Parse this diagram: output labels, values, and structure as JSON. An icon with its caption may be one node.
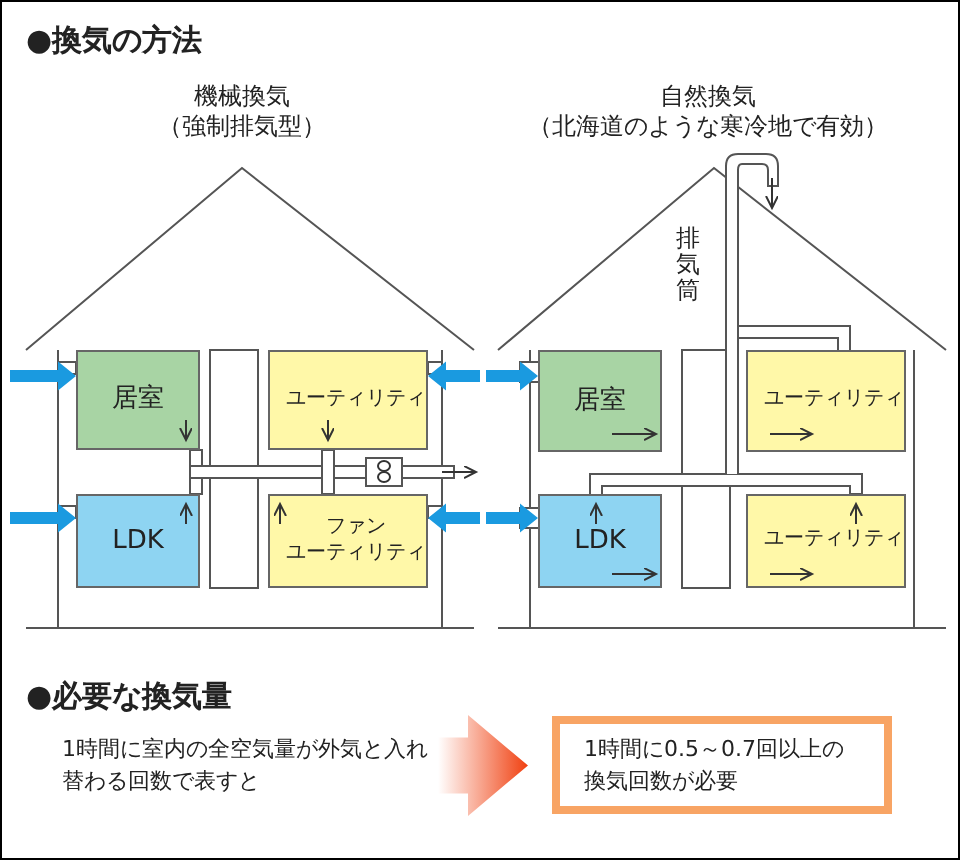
{
  "diagram": {
    "title": "●換気の方法",
    "nodes": [
      {
        "text": [
          "居室"
        ]
      },
      {
        "text": [
          "ユーティリティ"
        ]
      },
      {
        "text": [
          "LDK"
        ]
      },
      {
        "text": [
          "ファン",
          "ユーティリティ"
        ]
      },
      {
        "text": [
          "居室"
        ]
      },
      {
        "text": [
          "ユーティリティ"
        ]
      },
      {
        "text": [
          "LDK"
        ]
      },
      {
        "text": [
          "ユーティリティ"
        ]
      },
      {
        "text": [
          "1時間に室内の全空気量が外気と入れ替わる回数で表すと"
        ]
      },
      {
        "text": [
          "1時間に0.5～0.7回以上の換気回数が必要"
        ]
      }
    ],
    "edges": [
      {
        "from": 8,
        "to": 9,
        "arrow": "to",
        "style": "thick",
        "color": "#f04010"
      },
      {
        "from": null,
        "to": 0,
        "arrow": "to",
        "style": "thick",
        "color": "#1a9ae0"
      },
      {
        "from": null,
        "to": 2,
        "arrow": "to",
        "style": "thick",
        "color": "#1a9ae0"
      },
      {
        "from": null,
        "to": 1,
        "arrow": "to",
        "style": "thick",
        "color": "#1a9ae0"
      },
      {
        "from": null,
        "to": 3,
        "arrow": "to",
        "style": "thick",
        "color": "#1a9ae0"
      },
      {
        "from": null,
        "to": 4,
        "arrow": "to",
        "style": "thick",
        "color": "#1a9ae0"
      },
      {
        "from": null,
        "to": 6,
        "arrow": "to",
        "style": "thick",
        "color": "#1a9ae0"
      }
    ],
    "labels": [
      "機械換気",
      "（強制排気型）",
      "自然換気",
      "（北海道のような寒冷地で有効）",
      "排気筒",
      "●必要な換気量"
    ]
  }
}
